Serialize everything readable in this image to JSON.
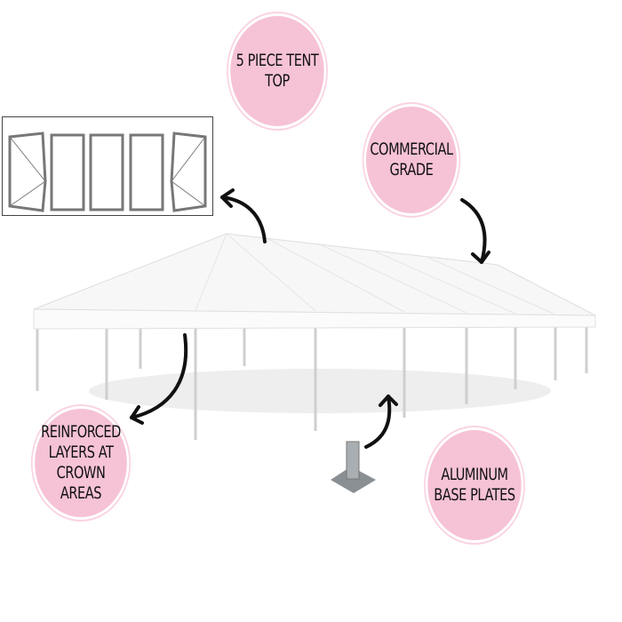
{
  "labels": {
    "tent_top": "5 PIECE TENT\nTOP",
    "commercial": "COMMERCIAL\nGRADE",
    "reinforced": "REINFORCED\nLAYERS AT\nCROWN AREAS",
    "base_plates": "ALUMINUM\nBASE PLATES"
  },
  "colors": {
    "badge": "#f6c2d6",
    "arrow": "#111111"
  }
}
